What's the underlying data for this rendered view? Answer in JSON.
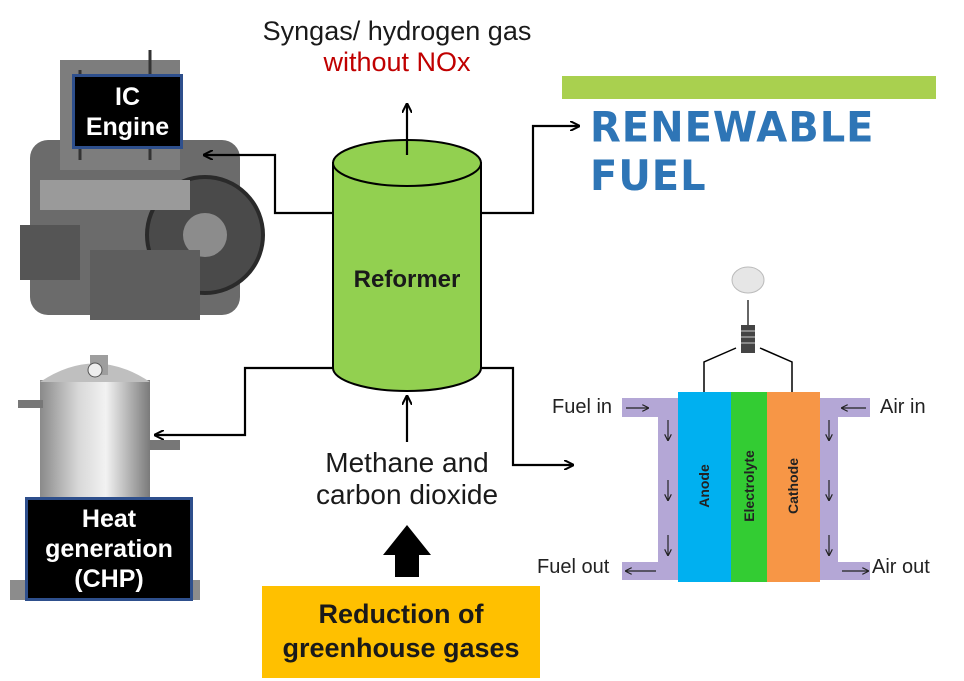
{
  "top_label": {
    "line1": "Syngas/ hydrogen gas",
    "line2": "without NOx"
  },
  "reformer": {
    "label": "Reformer"
  },
  "ic_engine": {
    "line1": "IC",
    "line2": "Engine"
  },
  "heat": {
    "line1": "Heat",
    "line2": "generation",
    "line3": "(CHP)"
  },
  "renewable": {
    "text": "RENEWABLE FUEL"
  },
  "feed": {
    "line1": "Methane and",
    "line2": "carbon dioxide"
  },
  "ghg": {
    "line1": "Reduction of",
    "line2": "greenhouse gases"
  },
  "fuel_cell": {
    "anode": "Anode",
    "electrolyte": "Electrolyte",
    "cathode": "Cathode",
    "fuel_in": "Fuel in",
    "fuel_out": "Fuel out",
    "air_in": "Air in",
    "air_out": "Air out"
  },
  "colors": {
    "reformer_fill": "#92d050",
    "accent_red": "#c00000",
    "renewable_blue": "#2e75b6",
    "renewable_bar": "#a9d04f",
    "ghg_fill": "#ffc000",
    "anode": "#00b0f0",
    "electrolyte": "#33cc33",
    "cathode": "#f79646",
    "channel": "#b4a7d6"
  }
}
